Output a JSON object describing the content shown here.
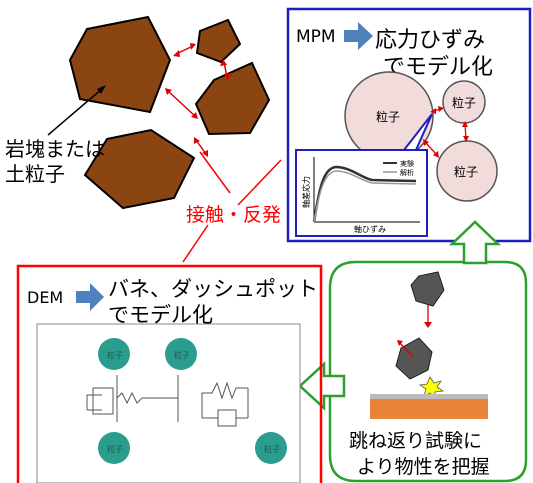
{
  "labels": {
    "rock_particle": [
      "岩塊または",
      "土粒子"
    ],
    "contact": "接触・反発"
  },
  "mpm": {
    "prefix": "MPM",
    "title": [
      "応力ひずみ",
      "でモデル化"
    ],
    "particle_label": "粒子",
    "graph": {
      "ylabel": "軸差応力",
      "xlabel": "軸ひずみ",
      "legend": [
        "実験",
        "解析"
      ]
    }
  },
  "dem": {
    "prefix": "DEM",
    "title": [
      "バネ、ダッシュポット",
      "でモデル化"
    ],
    "schematic_labels": [
      "粒子",
      "粒子",
      "粒子",
      "粒子"
    ]
  },
  "rebound": {
    "text": [
      "跳ね返り試験に",
      "より物性を把握"
    ]
  },
  "colors": {
    "rock_fill": "#8b4513",
    "accent_red": "#ff0000",
    "mpm_blue": "#1f1fbf",
    "arrow_blue": "#4f81bd",
    "green": "#2ca02c",
    "particle_pink": "#f2dcdb",
    "teal": "#2a9d8f",
    "ground": "#e8843a"
  }
}
